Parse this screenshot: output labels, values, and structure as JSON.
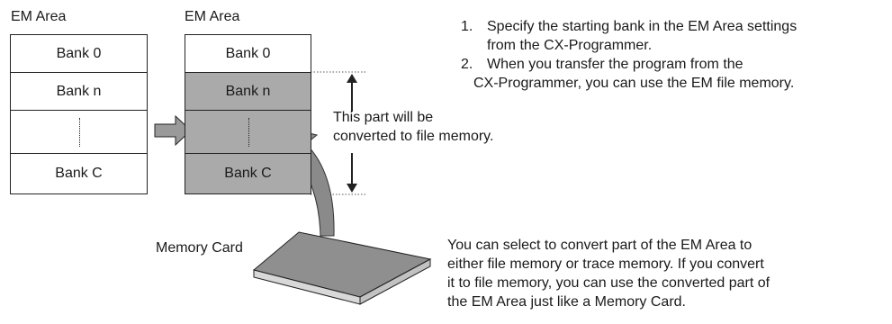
{
  "left_area": {
    "title": "EM Area",
    "banks": [
      "Bank 0",
      "Bank n",
      "",
      "Bank C"
    ]
  },
  "right_area": {
    "title": "EM Area",
    "banks": [
      "Bank 0",
      "Bank n",
      "",
      "Bank C"
    ]
  },
  "range_label": {
    "line1": "This part will be",
    "line2": "converted to file memory."
  },
  "memory_card_label": "Memory Card",
  "steps": [
    {
      "number": "1.",
      "line1": "Specify the starting bank in the EM Area settings",
      "line2": "from the CX-Programmer."
    },
    {
      "number": "2.",
      "line1": "When you transfer the program from the",
      "line2": "CX-Programmer, you can use the EM file memory."
    }
  ],
  "note": {
    "line1": "You can select to convert part of the EM Area to",
    "line2": "either file memory or trace memory. If you convert",
    "line3": "it to file memory, you can use the converted part of",
    "line4": "the EM Area just like a Memory Card."
  },
  "colors": {
    "shaded": "#aaaaaa",
    "arrow": "#8a8a8a",
    "stroke": "#222222"
  }
}
